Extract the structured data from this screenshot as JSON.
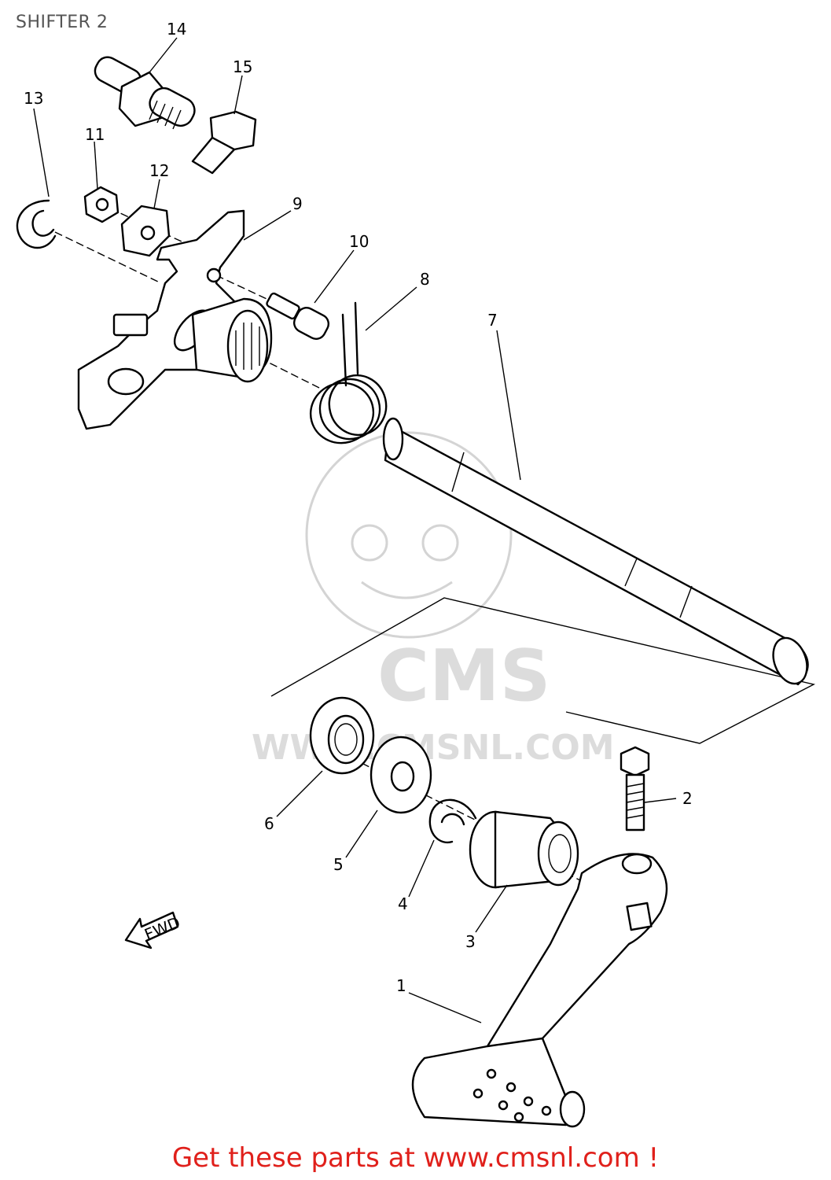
{
  "title": "SHIFTER 2",
  "footer": "Get these parts at www.cmsnl.com !",
  "watermark": {
    "brand": "CMS",
    "url": "WWW.CMSNL.COM"
  },
  "direction_arrow": "FWD",
  "callouts": [
    {
      "id": "1",
      "label": "1"
    },
    {
      "id": "2",
      "label": "2"
    },
    {
      "id": "3",
      "label": "3"
    },
    {
      "id": "4",
      "label": "4"
    },
    {
      "id": "5",
      "label": "5"
    },
    {
      "id": "6",
      "label": "6"
    },
    {
      "id": "7",
      "label": "7"
    },
    {
      "id": "8",
      "label": "8"
    },
    {
      "id": "9",
      "label": "9"
    },
    {
      "id": "10",
      "label": "10"
    },
    {
      "id": "11",
      "label": "11"
    },
    {
      "id": "12",
      "label": "12"
    },
    {
      "id": "13",
      "label": "13"
    },
    {
      "id": "14",
      "label": "14"
    },
    {
      "id": "15",
      "label": "15"
    }
  ],
  "colors": {
    "line": "#000000",
    "footer": "#e0201b",
    "title": "#555555",
    "watermark": "#d4d4d4"
  }
}
